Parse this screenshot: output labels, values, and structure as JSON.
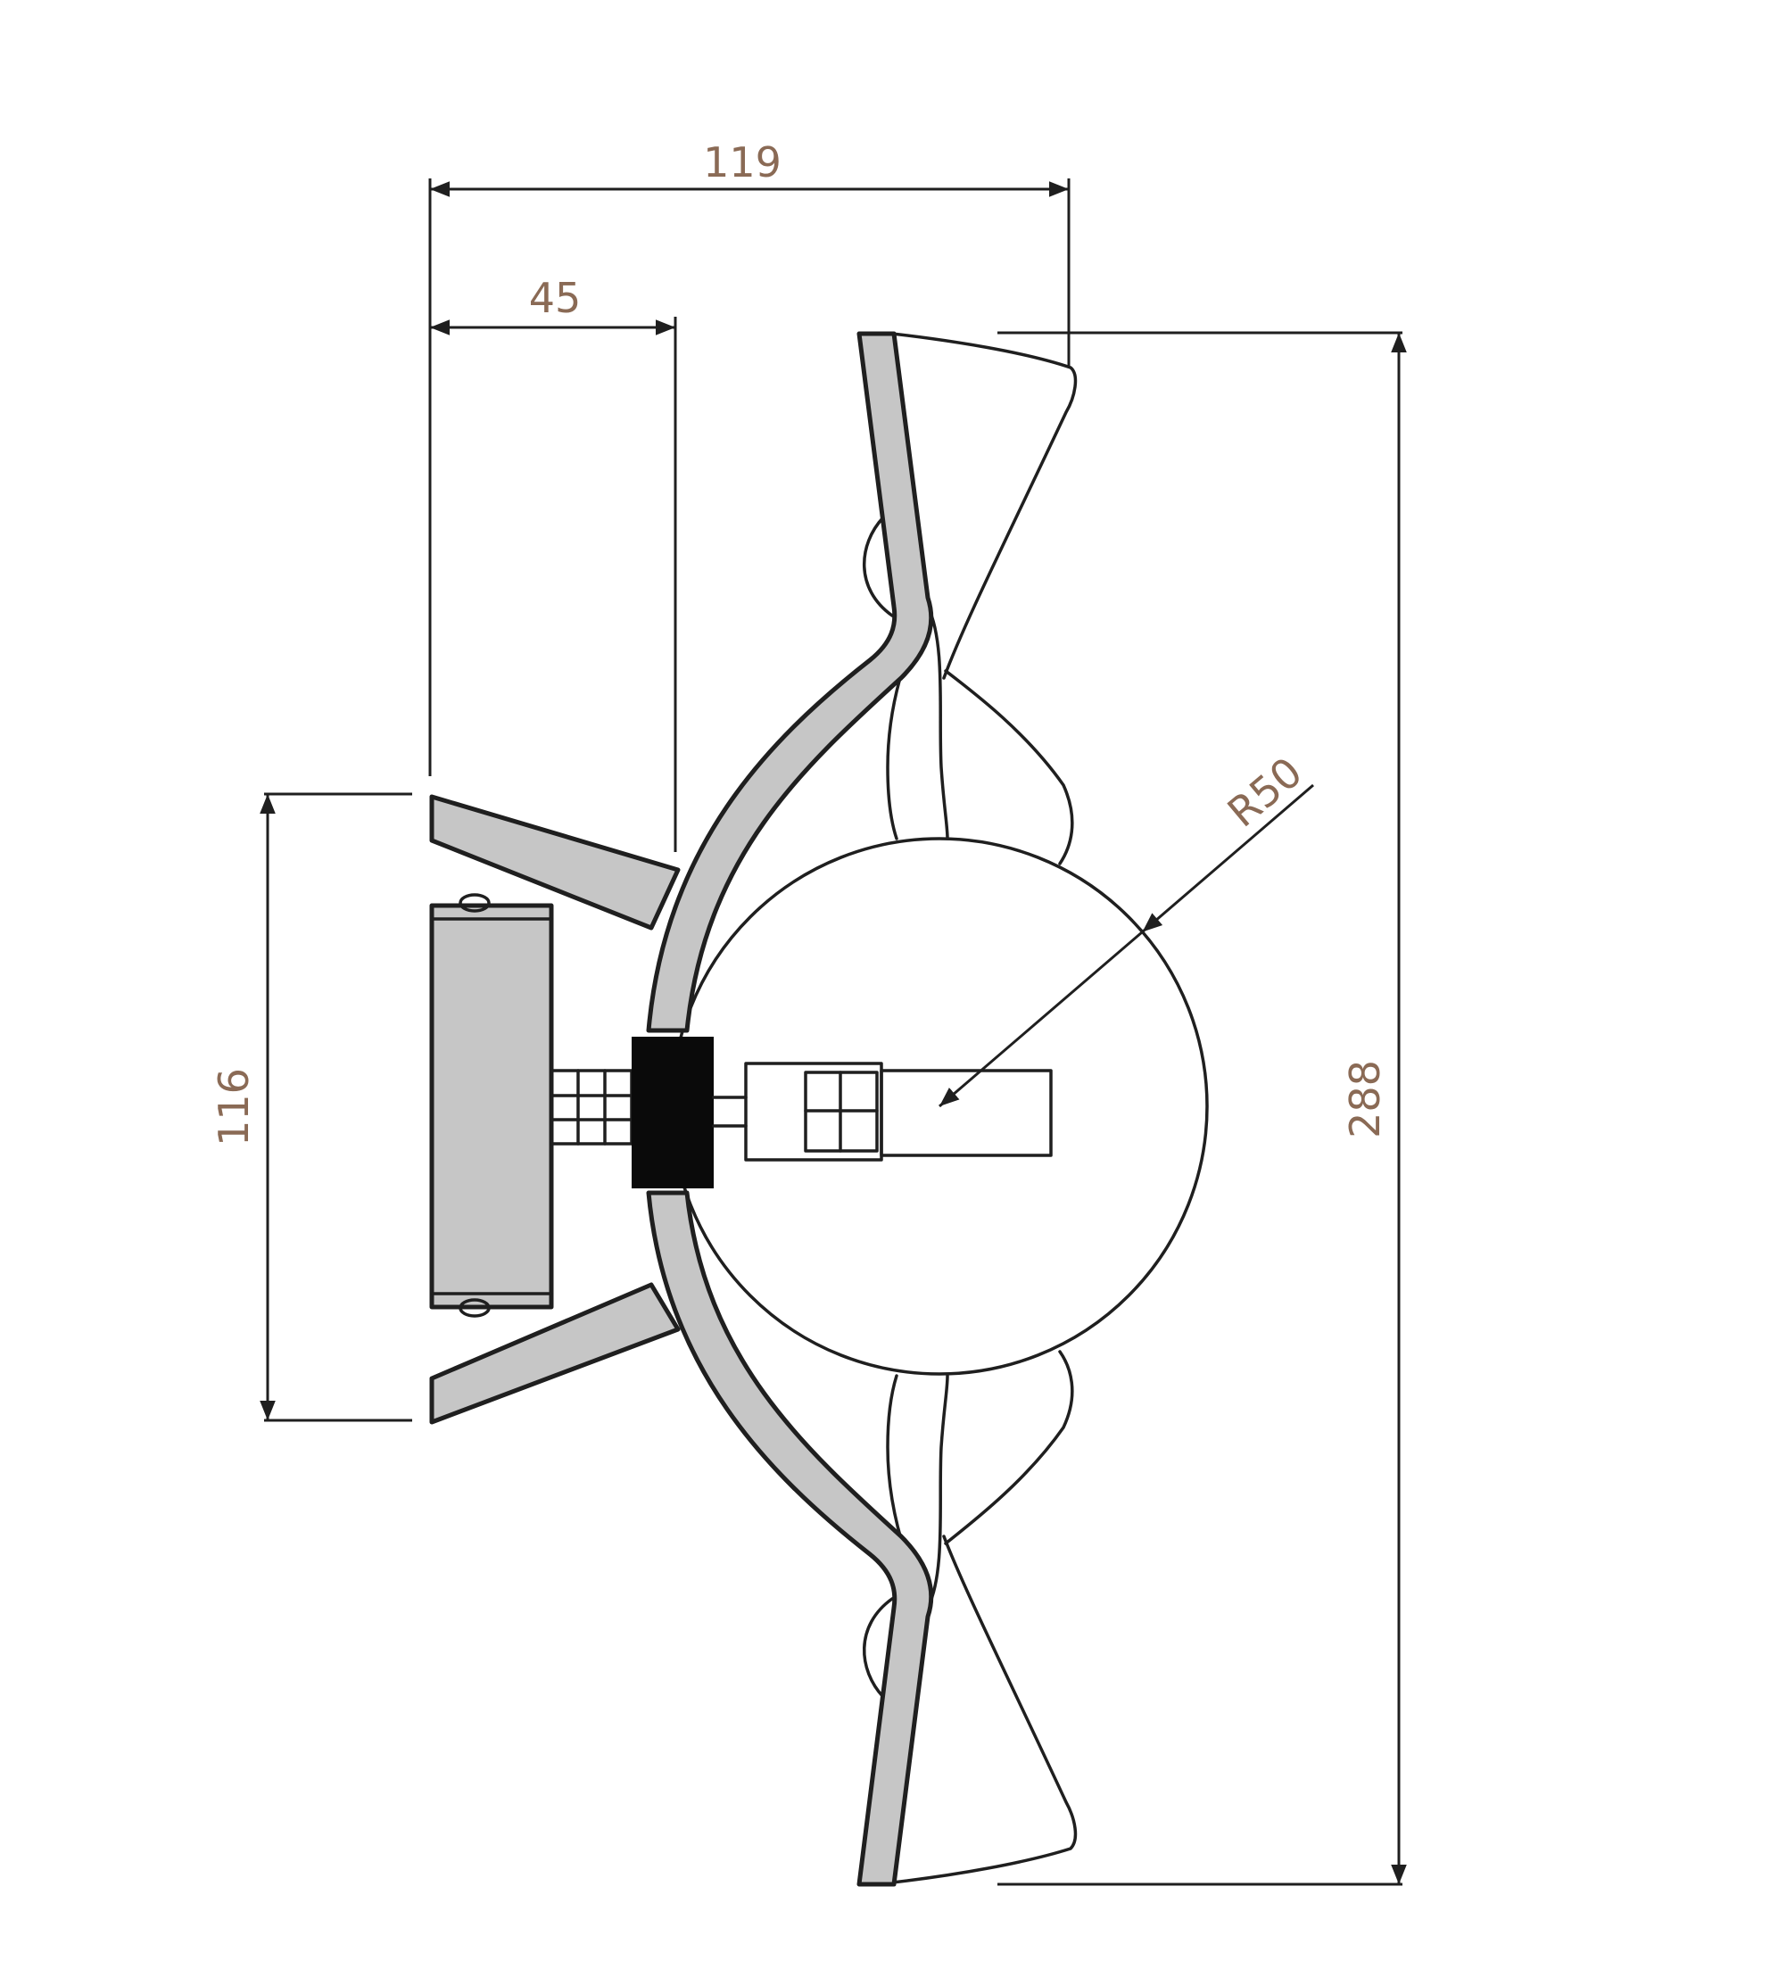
{
  "colors": {
    "line": "#1f1f1f",
    "part_fill": "#c6c6c6",
    "dimension_text": "#8a6a55",
    "connector_fill": "#0a0a0a",
    "background": "#ffffff"
  },
  "dimensions": {
    "overall_depth": "119",
    "mount_depth": "45",
    "mount_height": "116",
    "overall_height": "288",
    "globe_radius": "R50"
  }
}
